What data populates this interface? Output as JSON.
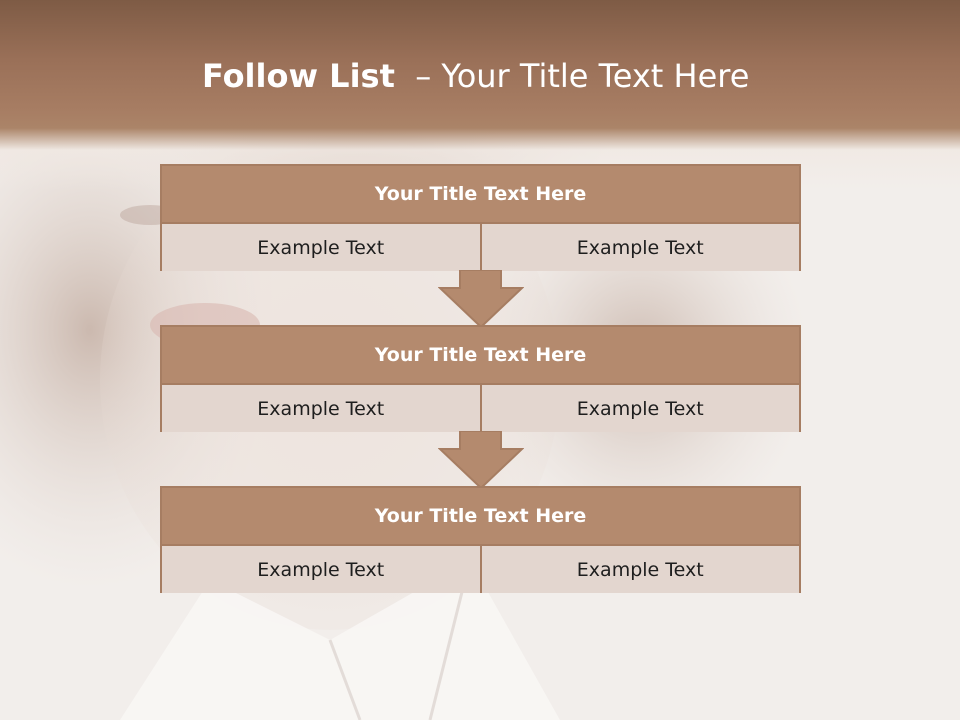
{
  "slide": {
    "title_strong": "Follow List",
    "title_rest": "  – Your Title Text Here"
  },
  "stages": [
    {
      "title": "Your Title Text Here",
      "left_text": "Example Text",
      "right_text": "Example Text"
    },
    {
      "title": "Your Title Text Here",
      "left_text": "Example Text",
      "right_text": "Example Text"
    },
    {
      "title": "Your Title Text Here",
      "left_text": "Example Text",
      "right_text": "Example Text"
    }
  ],
  "colors": {
    "header_brown": "#9a7058",
    "stage_header": "#b48a6e",
    "stage_border": "#a67d62",
    "cell_fill": "#e3d6cf",
    "arrow_fill": "#b48a6e"
  }
}
